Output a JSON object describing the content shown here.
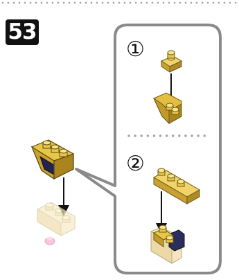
{
  "step": {
    "number": "53"
  },
  "callout": {
    "substeps": [
      {
        "label": "①"
      },
      {
        "label": "②"
      }
    ]
  },
  "colors": {
    "brick_yellow": "#e8c64a",
    "brick_dark": "#222244",
    "brick_tan": "#f3e6c0",
    "brick_pink": "#f6b3d2",
    "border_gray": "#8a8a8a",
    "dot_gray": "#a6a6a6"
  },
  "icons": [
    "down-arrow-icon"
  ]
}
